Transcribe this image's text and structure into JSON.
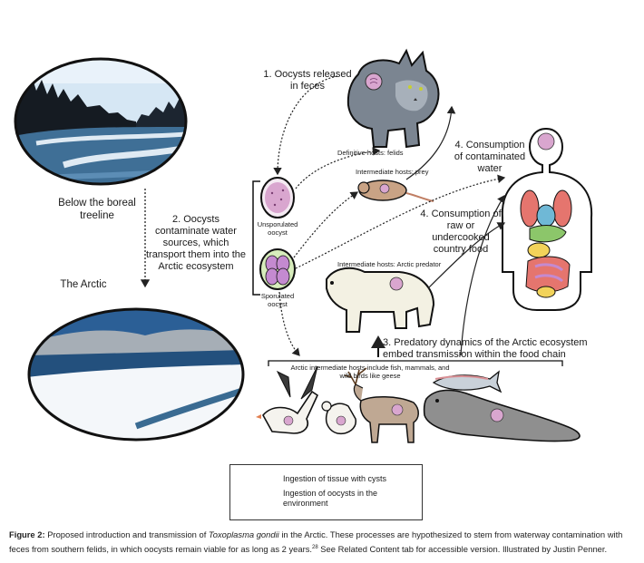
{
  "labels": {
    "below_treeline": "Below the boreal treeline",
    "the_arctic": "The Arctic",
    "step1": "1. Oocysts released in feces",
    "step2": "2. Oocysts contaminate water sources, which transport them into the Arctic ecosystem",
    "step3": "3. Predatory dynamics of the Arctic ecosystem embed transmission within the food chain",
    "step4a": "4. Consumption of contaminated water",
    "step4b": "4. Consumption of raw or undercooked country food",
    "definitive_hosts": "Definitive hosts: felids",
    "intermediate_prey": "Intermediate hosts: prey",
    "intermediate_predator": "Intermediate hosts: Arctic predator",
    "unsporulated": "Unsporulated oocyst",
    "sporulated": "Sporulated oocyst",
    "arctic_hosts": "Arctic intermediate hosts include fish, mammals, and wild birds like geese"
  },
  "legend": {
    "solid": "Ingestion of tissue with cysts",
    "dotted": "Ingestion of oocysts in the environment"
  },
  "caption": {
    "figure_label": "Figure 2:",
    "text_before": " Proposed introduction and transmission of ",
    "species": "Toxoplasma gondii",
    "text_after": " in the Arctic. These processes are hypothesized to stem from waterway contamination with feces from southern felids, in which oocysts remain viable for as long as 2 years.",
    "ref": "28",
    "text_end": " See Related Content tab for accessible version. Illustrated by Justin Penner."
  },
  "colors": {
    "water": "#3f6f96",
    "sky": "#cfe3f3",
    "oocyst": "#d9a6cf",
    "organ_red": "#e5756e",
    "organ_green": "#8cc66a",
    "organ_yellow": "#f2d35a",
    "organ_purple": "#c48ad0"
  }
}
